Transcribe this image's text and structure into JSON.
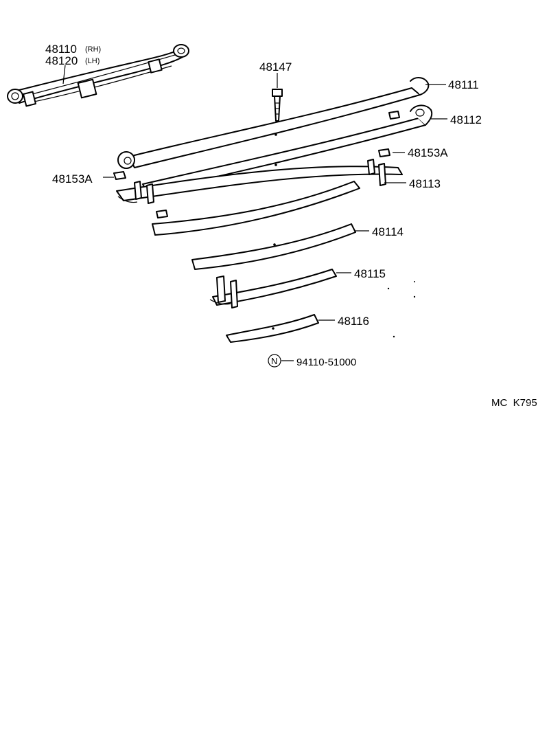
{
  "parts": {
    "assembly": {
      "number": "48110",
      "side": "(RH)",
      "number_alt": "48120",
      "side_alt": "(LH)"
    },
    "bolt": {
      "number": "48147"
    },
    "leaf_1": {
      "number": "48111"
    },
    "leaf_2": {
      "number": "48112"
    },
    "insert_right": {
      "number": "48153A"
    },
    "insert_left": {
      "number": "48153A"
    },
    "leaf_3": {
      "number": "48113"
    },
    "leaf_4": {
      "number": "48114"
    },
    "leaf_5": {
      "number": "48115"
    },
    "leaf_6": {
      "number": "48116"
    }
  },
  "note": {
    "symbol": "N",
    "number": "94110-51000"
  },
  "figure_code": "MC  K795"
}
